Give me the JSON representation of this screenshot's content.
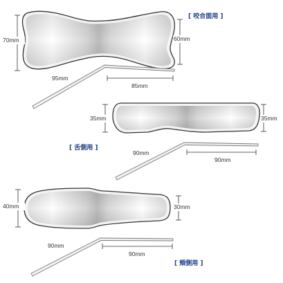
{
  "mirrors": [
    {
      "id": "occlusal",
      "label": "[ 咬合面用 ]",
      "dimensions": {
        "left_height": "70mm",
        "right_height": "60mm",
        "handle_length": "95mm",
        "bottom_length": "85mm"
      }
    },
    {
      "id": "lingual",
      "label": "[ 舌側用 ]",
      "dimensions": {
        "left_height": "35mm",
        "right_height": "35mm",
        "handle_length": "90mm",
        "bottom_length": "90mm"
      }
    },
    {
      "id": "buccal",
      "label": "[ 頬側用 ]",
      "dimensions": {
        "left_height": "40mm",
        "right_height": "30mm",
        "handle_length": "90mm",
        "bottom_length": "90mm"
      }
    }
  ],
  "colors": {
    "label": "#1c3f8c",
    "outline": "#333333",
    "dimension": "#333333"
  }
}
